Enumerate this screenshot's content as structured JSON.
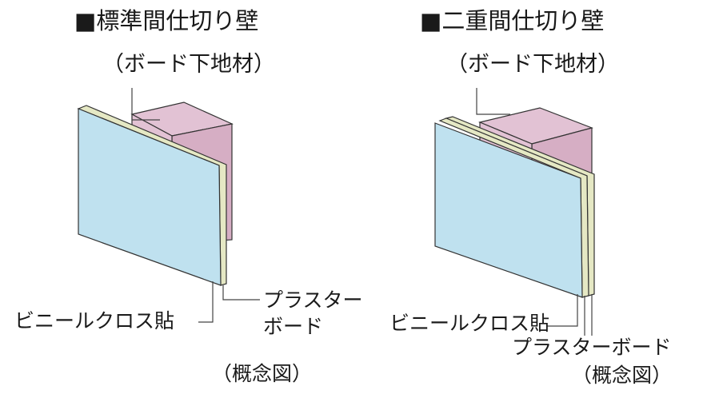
{
  "left_panel": {
    "title": "■標準間仕切り壁",
    "frame_label": "（ボード下地材）",
    "vinyl_label": "ビニールクロス貼",
    "board_label_line1": "プラスター",
    "board_label_line2": "ボード",
    "caption": "（概念図）"
  },
  "right_panel": {
    "title": "■二重間仕切り壁",
    "frame_label": "（ボード下地材）",
    "vinyl_label": "ビニールクロス貼",
    "board_label": "プラスターボード",
    "caption": "（概念図）"
  },
  "colors": {
    "frame_pink": "#e2c2d4",
    "frame_pink_side": "#d6aec4",
    "board_face": "#bfe1ef",
    "board_edge": "#e5e8c4",
    "outline": "#333333"
  }
}
